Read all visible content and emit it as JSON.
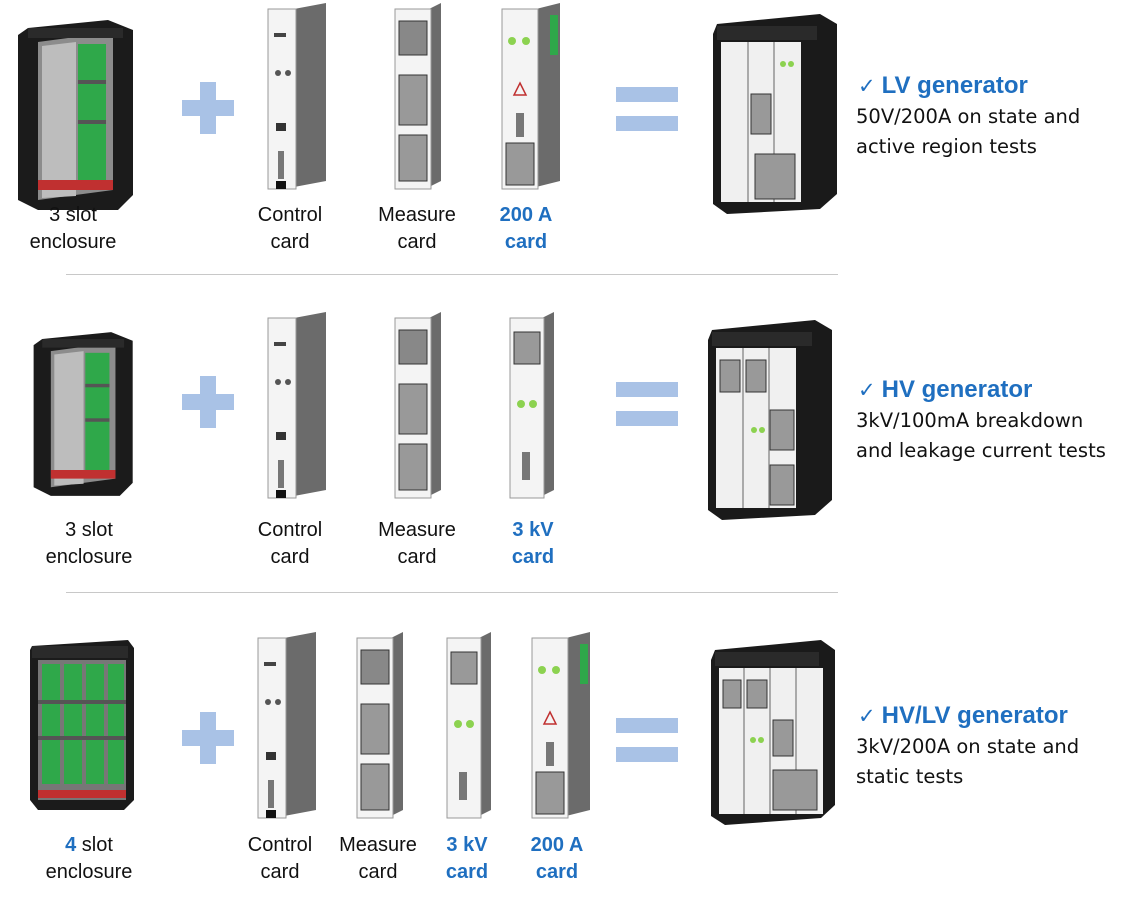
{
  "rows": [
    {
      "enclosure": {
        "prefix": "3",
        "rest": " slot",
        "line2": "enclosure"
      },
      "cards": [
        {
          "line1": "Control",
          "line2": "card",
          "kind": "control",
          "highlight": false
        },
        {
          "line1": "Measure",
          "line2": "card",
          "kind": "measure",
          "highlight": false
        },
        {
          "line1": "200 A",
          "line2": "card",
          "kind": "a200",
          "highlight": true
        }
      ],
      "result": {
        "title": "LV generator",
        "desc1": "50V/200A on state and",
        "desc2": "active region tests"
      }
    },
    {
      "enclosure": {
        "prefix": "3",
        "rest": " slot",
        "line2": "enclosure"
      },
      "cards": [
        {
          "line1": "Control",
          "line2": "card",
          "kind": "control",
          "highlight": false
        },
        {
          "line1": "Measure",
          "line2": "card",
          "kind": "measure",
          "highlight": false
        },
        {
          "line1": "3 kV",
          "line2": "card",
          "kind": "kv3",
          "highlight": true
        }
      ],
      "result": {
        "title": "HV generator",
        "desc1": "3kV/100mA breakdown",
        "desc2": "and leakage current tests"
      }
    },
    {
      "enclosure": {
        "prefix": "4",
        "rest": " slot",
        "line2": "enclosure"
      },
      "cards": [
        {
          "line1": "Control",
          "line2": "card",
          "kind": "control",
          "highlight": false
        },
        {
          "line1": "Measure",
          "line2": "card",
          "kind": "measure",
          "highlight": false
        },
        {
          "line1": "3 kV",
          "line2": "card",
          "kind": "kv3",
          "highlight": true
        },
        {
          "line1": "200 A",
          "line2": "card",
          "kind": "a200",
          "highlight": true
        }
      ],
      "result": {
        "title": "HV/LV generator",
        "desc1": "3kV/200A on state and",
        "desc2": "static tests"
      }
    }
  ],
  "colors": {
    "accent": "#1f6fc0",
    "operator": "#a9c2e6",
    "pcb": "#2fa84a"
  }
}
